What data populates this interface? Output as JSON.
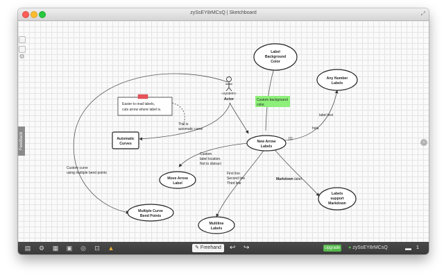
{
  "window": {
    "title": "zySsEY8rMCsQ | Sketchboard"
  },
  "side_panel": {
    "feedback_label": "Feedback"
  },
  "diagram": {
    "actor": {
      "stereotype": "«system»",
      "label": "Actor"
    },
    "note": {
      "line1": "Easier to read labels,",
      "line2": "cuts arrow where label is."
    },
    "nodes": {
      "label_background_color": [
        "Label",
        "Background",
        "Color"
      ],
      "any_number_labels": [
        "Any Number",
        "Labels"
      ],
      "automatic_curves": [
        "Automatic",
        "Curves"
      ],
      "new_arrow_labels": [
        "New Arrow",
        "Labels"
      ],
      "move_arrow_label": [
        "Move Arrow",
        "Label"
      ],
      "labels_support_markdown": [
        "Labels",
        "support",
        "Markdown"
      ],
      "multiple_curve_bend_points": [
        "Multiple Curve",
        "Bend Points"
      ],
      "multiline_labels": [
        "Multiline",
        "Labels"
      ]
    },
    "edge_labels": {
      "custom_background": [
        "Custom background",
        "color."
      ],
      "this_is_automatic": [
        "This is",
        "automatic curve"
      ],
      "label_text": "label text",
      "hola": "hola",
      "one_ref": "[1]",
      "custom_curve": [
        "Custom curve",
        "using multiple bend points"
      ],
      "custom_label_location": [
        "Custom",
        "label location.",
        "Not to distract"
      ],
      "multiline": [
        "First line",
        "Second line",
        "Third line"
      ],
      "markdown_bold": "Markdown",
      "markdown_italic": "label"
    }
  },
  "toolbar": {
    "freehand_label": "Freehand",
    "upgrade_label": "Upgrade",
    "doc_name": "zySsEY8rMCsQ",
    "chat_count": "1"
  },
  "colors": {
    "highlight": "#8ef07a",
    "note_tab": "#e8535a",
    "upgrade": "#55b84a"
  }
}
